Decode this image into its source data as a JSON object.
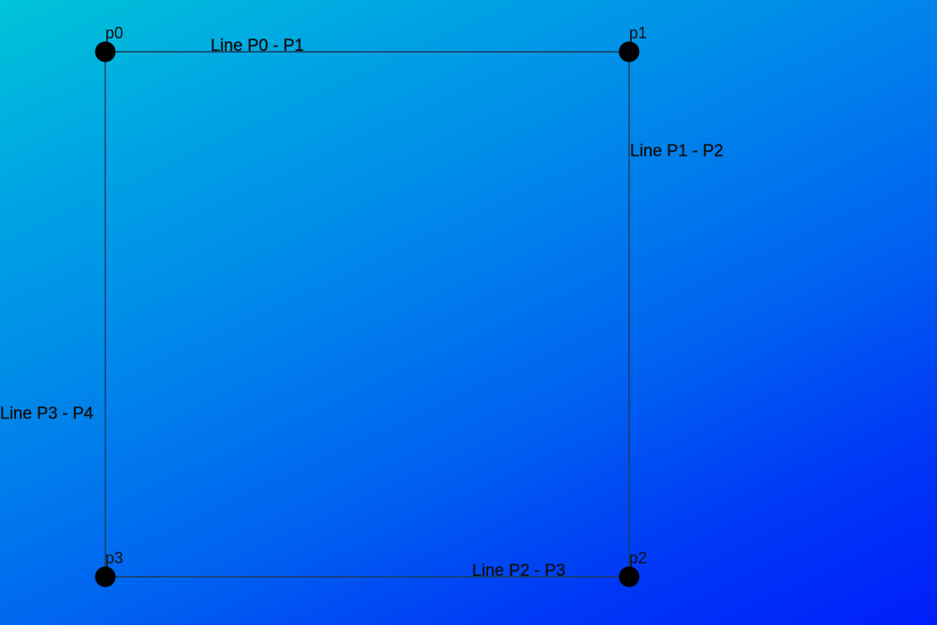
{
  "vertices": [
    {
      "id": "p0",
      "label": "p0"
    },
    {
      "id": "p1",
      "label": "p1"
    },
    {
      "id": "p2",
      "label": "p2"
    },
    {
      "id": "p3",
      "label": "p3"
    }
  ],
  "edges": [
    {
      "id": "p0-p1",
      "from": "p0",
      "to": "p1",
      "label": "Line P0 - P1"
    },
    {
      "id": "p1-p2",
      "from": "p1",
      "to": "p2",
      "label": "Line P1 - P2"
    },
    {
      "id": "p2-p3",
      "from": "p2",
      "to": "p3",
      "label": "Line P2 - P3"
    },
    {
      "id": "p3-p0",
      "from": "p3",
      "to": "p0",
      "label": "Line P3 - P4"
    }
  ]
}
